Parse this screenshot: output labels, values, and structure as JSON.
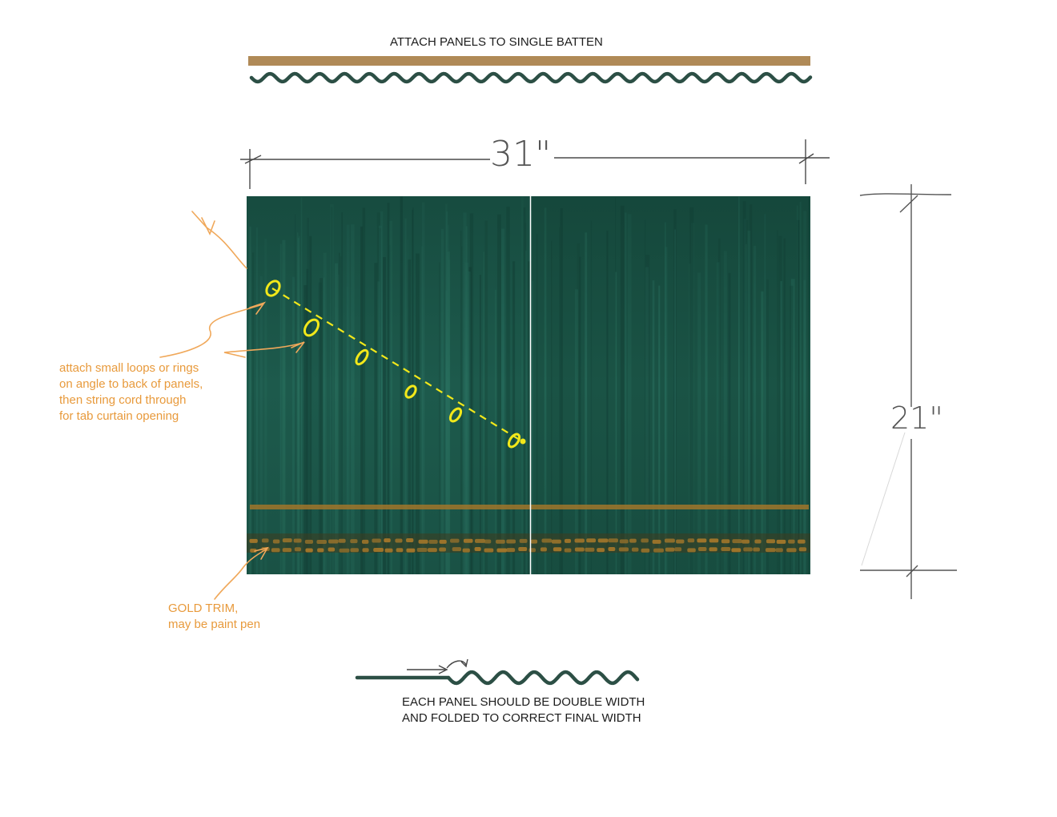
{
  "labels": {
    "batten_note": "ATTACH PANELS TO SINGLE BATTEN",
    "width_dim": "31\"",
    "height_dim": "21\"",
    "loops_note": [
      "attach small loops or rings",
      "on angle to back of panels,",
      "then string cord through",
      "for tab curtain opening"
    ],
    "trim_note": [
      "GOLD TRIM,",
      "may be paint pen"
    ],
    "fold_note": [
      "EACH PANEL SHOULD BE DOUBLE WIDTH",
      "AND FOLDED TO CORRECT FINAL WIDTH"
    ]
  },
  "icons": {
    "batten": "batten-bar-icon",
    "fold": "fold-wave-icon",
    "arrow": "arrow-icon",
    "ring": "ring-icon"
  },
  "colors": {
    "curtain": "#1d5a4c",
    "curtain_dark": "#154238",
    "batten": "#b08a57",
    "gold_trim": "#a0752a",
    "annotation": "#e89a3c",
    "rings": "#f2e81a",
    "pencil": "#555555",
    "wave": "#2c4f45"
  }
}
